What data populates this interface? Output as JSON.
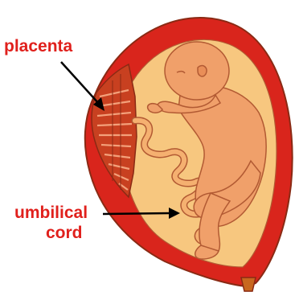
{
  "labels": {
    "placenta": "placenta",
    "umbilical_line1": "umbilical",
    "umbilical_line2": "cord"
  },
  "colors": {
    "label_text": "#e0201c",
    "uterus_wall": "#d9251c",
    "uterus_outline": "#8a2a14",
    "amniotic_fluid": "#f7c77f",
    "amniotic_fluid_shadow": "#eeb36a",
    "fetus_skin": "#f0a06a",
    "fetus_outline": "#b25a33",
    "placenta_tissue": "#c84020",
    "umbilical_cord": "#f5b070",
    "arrow": "#000000"
  }
}
